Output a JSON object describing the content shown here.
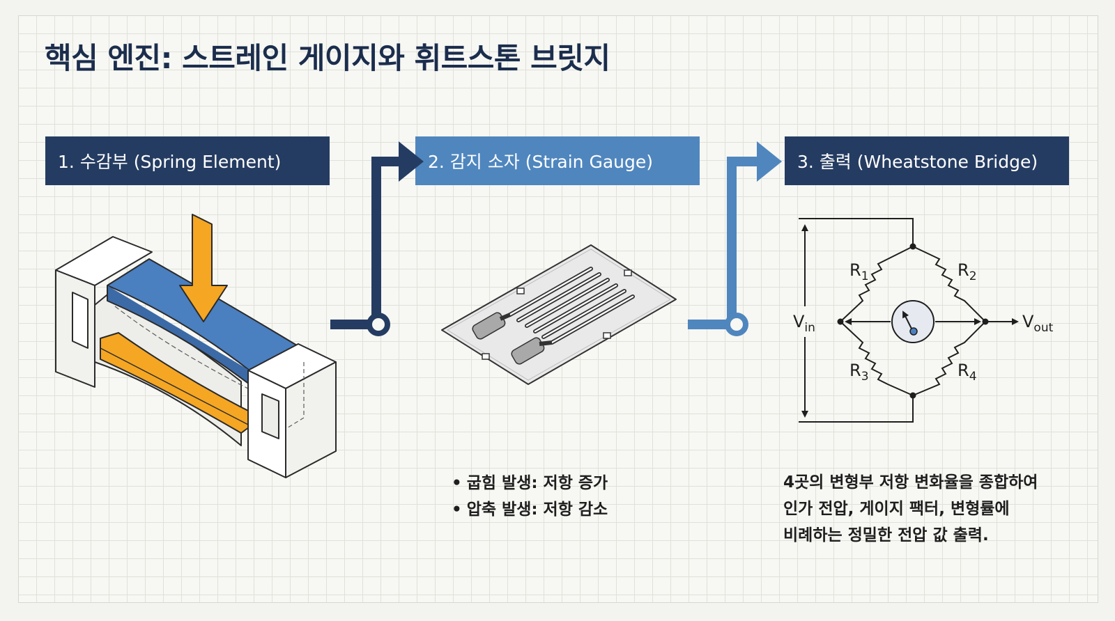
{
  "title": "핵심 엔진: 스트레인 게이지와 휘트스톤 브릿지",
  "stages": [
    {
      "label": "1. 수감부 (Spring Element)"
    },
    {
      "label": "2. 감지 소자 (Strain Gauge)"
    },
    {
      "label": "3. 출력 (Wheatstone Bridge)"
    }
  ],
  "gauge": {
    "bullets": [
      "굽힘 발생: 저항 증가",
      "압축 발생: 저항 감소"
    ]
  },
  "bridge": {
    "labels": {
      "vin": {
        "main": "V",
        "sub": "in"
      },
      "vout": {
        "main": "V",
        "sub": "out"
      },
      "r1": {
        "main": "R",
        "sub": "1"
      },
      "r2": {
        "main": "R",
        "sub": "2"
      },
      "r3": {
        "main": "R",
        "sub": "3"
      },
      "r4": {
        "main": "R",
        "sub": "4"
      }
    },
    "description_lines": [
      "4곳의 변형부 저항 변화율을 종합하여",
      "인가 전압, 게이지 팩터, 변형률에",
      "비례하는 정밀한 전압 값 출력."
    ]
  },
  "colors": {
    "navy": "#253c62",
    "steel_blue": "#4f86be",
    "spring_blue": "#4a7fc0",
    "force_orange": "#f5a623",
    "ink": "#1e1e1e"
  }
}
